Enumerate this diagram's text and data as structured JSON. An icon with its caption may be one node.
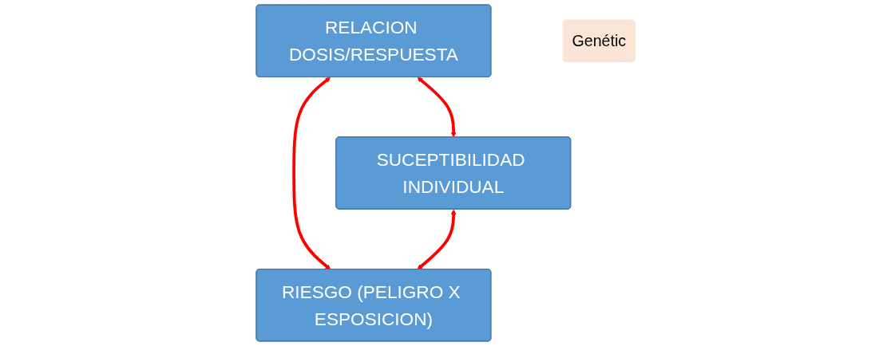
{
  "diagram": {
    "nodes": [
      {
        "text": [
          "RELACION DOSIS/RESPUESTA"
        ]
      },
      {
        "text": [
          "SUCEPTIBILIDAD INDIVIDUAL"
        ]
      },
      {
        "text": [
          "RIESGO (PELIGRO X ESPOSICION)"
        ]
      },
      {
        "text": [
          "Genétic"
        ]
      }
    ],
    "edges": [
      {
        "from": 0,
        "to": 1,
        "arrow": "both",
        "color": "#ff0000"
      },
      {
        "from": 0,
        "to": 2,
        "arrow": "both",
        "color": "#ff0000"
      },
      {
        "from": 1,
        "to": 2,
        "arrow": "both",
        "color": "#ff0000"
      }
    ]
  }
}
